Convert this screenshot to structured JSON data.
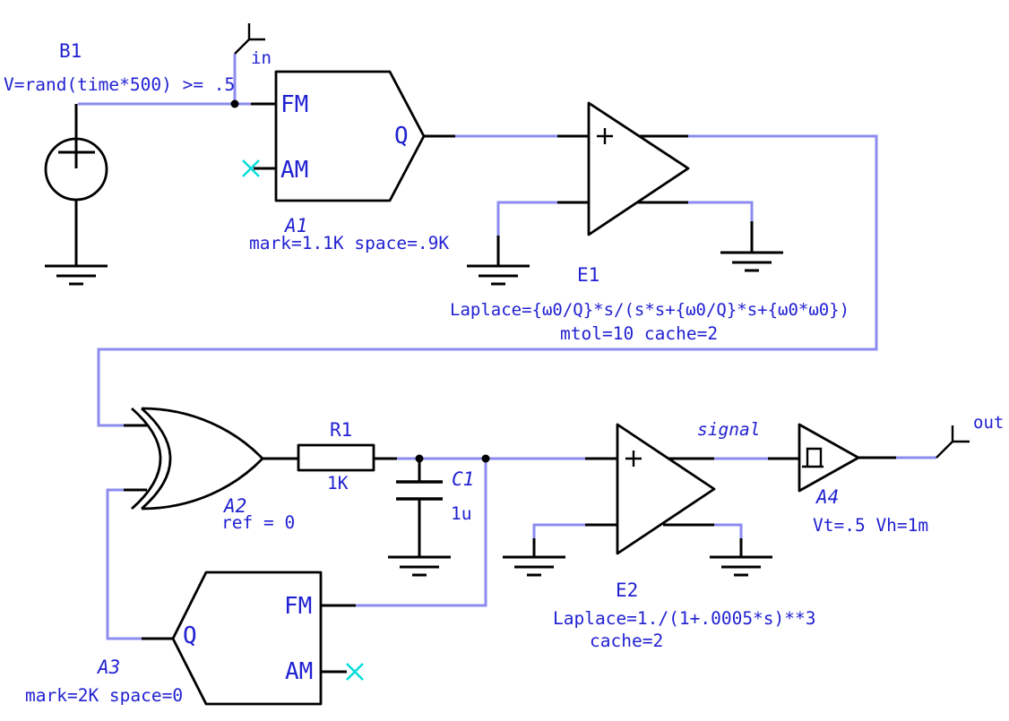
{
  "colors": {
    "background": "#ffffff",
    "wire": "#8c8cf0",
    "component_stroke": "#000000",
    "text": "#2121d2",
    "nc_marker": "#00dcdc"
  },
  "components": {
    "b1": {
      "ref": "B1",
      "value": "V=rand(time*500) >= .5",
      "type": "behavioral-voltage-source"
    },
    "a1": {
      "ref": "A1",
      "value": "mark=1.1K space=.9K",
      "pin_fm": "FM",
      "pin_am": "AM",
      "pin_q": "Q",
      "type": "modulator"
    },
    "e1": {
      "ref": "E1",
      "value": "Laplace={ω0/Q}*s/(s*s+{ω0/Q}*s+{ω0*ω0})",
      "value2": "mtol=10 cache=2",
      "type": "vcvs"
    },
    "a2": {
      "ref": "A2",
      "value": "ref = 0",
      "type": "xor-gate"
    },
    "r1": {
      "ref": "R1",
      "value": "1K",
      "type": "resistor"
    },
    "c1": {
      "ref": "C1",
      "value": "1u",
      "type": "capacitor"
    },
    "a3": {
      "ref": "A3",
      "value": "mark=2K space=0",
      "pin_fm": "FM",
      "pin_am": "AM",
      "pin_q": "Q",
      "type": "modulator"
    },
    "e2": {
      "ref": "E2",
      "value": "Laplace=1./(1+.0005*s)**3",
      "value2": "cache=2",
      "type": "vcvs"
    },
    "a4": {
      "ref": "A4",
      "value": "Vt=.5 Vh=1m",
      "type": "schmitt-buffer"
    }
  },
  "ports": {
    "in": "in",
    "out": "out"
  },
  "nets": {
    "signal": "signal"
  }
}
